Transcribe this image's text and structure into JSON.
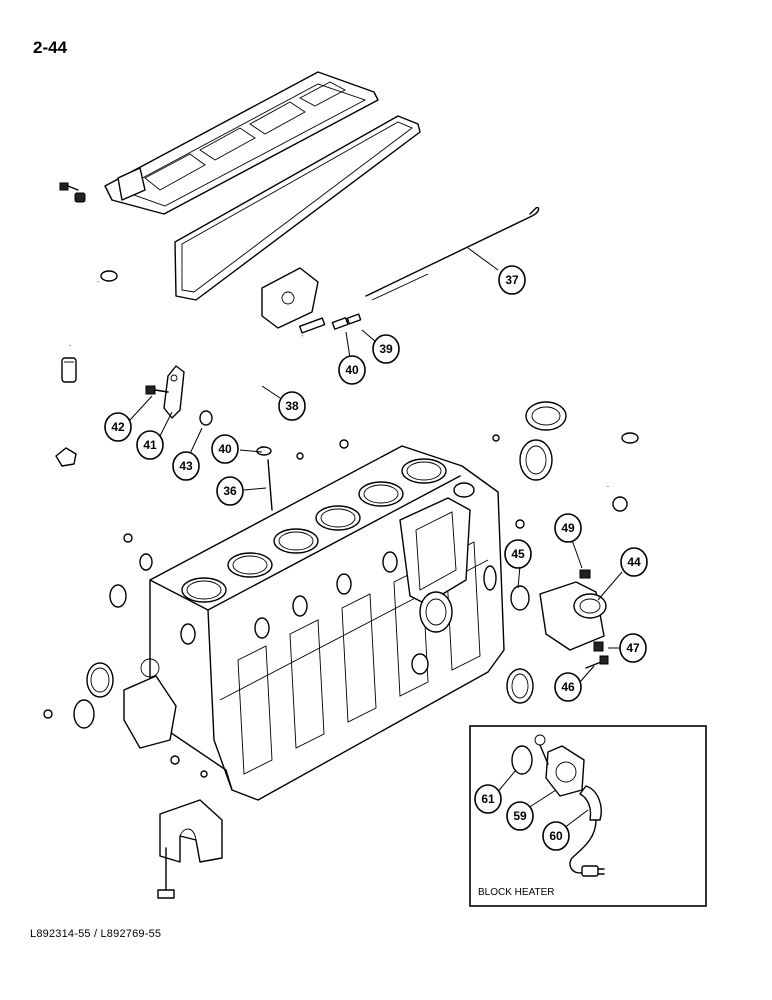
{
  "page": {
    "number": "2-44"
  },
  "footer": {
    "reference": "L892314-55 / L892769-55"
  },
  "inset": {
    "title": "BLOCK HEATER"
  },
  "callouts": [
    {
      "label": "37",
      "part": "dipstick"
    },
    {
      "label": "38",
      "part": "dipstick-tube-upper"
    },
    {
      "label": "39",
      "part": "dipstick-tube-fitting"
    },
    {
      "label": "40",
      "part": "clamp-upper"
    },
    {
      "label": "40",
      "part": "clamp-lower"
    },
    {
      "label": "36",
      "part": "dipstick-tube-lower"
    },
    {
      "label": "42",
      "part": "bolt"
    },
    {
      "label": "41",
      "part": "bracket"
    },
    {
      "label": "43",
      "part": "nut"
    },
    {
      "label": "49",
      "part": "cap-screw"
    },
    {
      "label": "45",
      "part": "o-ring"
    },
    {
      "label": "44",
      "part": "thermostat-housing"
    },
    {
      "label": "47",
      "part": "nut"
    },
    {
      "label": "46",
      "part": "bolt"
    },
    {
      "label": "61",
      "part": "o-ring"
    },
    {
      "label": "59",
      "part": "heater-element"
    },
    {
      "label": "60",
      "part": "heater-cord"
    }
  ]
}
